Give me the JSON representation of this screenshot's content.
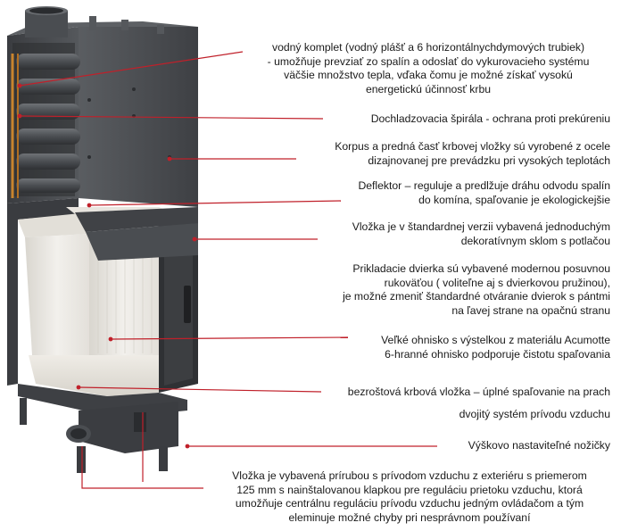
{
  "colors": {
    "leader_line": "#c0202a",
    "body_steel": "#4a4c50",
    "body_steel_dark": "#2f3134",
    "body_steel_light": "#6b6e72",
    "firebox_lining": "#e9e6e0",
    "glass_frame": "#3a3c40",
    "copper_coil": "#c8842e"
  },
  "callouts": [
    {
      "id": "water-set",
      "lines": [
        "vodný komplet (vodný plášť a 6 horizontálnychdymových trubiek)",
        "- umožňuje prevziať zo spalín a odoslať do vykurovacieho systému",
        "väčšie množstvo tepla, vďaka čomu je možné získať vysokú",
        "energetickú účinnosť krbu"
      ]
    },
    {
      "id": "cooling-coil",
      "lines": [
        "Dochladzovacia špirála - ochrana proti prekúreniu"
      ]
    },
    {
      "id": "body-steel",
      "lines": [
        "Korpus a  predná časť krbovej vložky sú vyrobené z  ocele",
        "dizajnovanej pre prevádzku pri vysokých teplotách"
      ]
    },
    {
      "id": "deflector",
      "lines": [
        "Deflektor – reguluje a predlžuje dráhu odvodu spalín",
        "do komína, spaľovanie je ekologickejšie"
      ]
    },
    {
      "id": "glass",
      "lines": [
        "Vložka je v  štandardnej verzii vybavená jednoduchým",
        "dekoratívnym sklom s potlačou"
      ]
    },
    {
      "id": "door",
      "lines": [
        "Prikladacie dvierka sú vybavené modernou posuvnou",
        "rukoväťou ( voliteľne aj s  dvierkovou pružinou),",
        "je možné zmeniť štandardné otváranie dvierok s pántmi",
        "na ľavej strane na opačnú stranu"
      ]
    },
    {
      "id": "firebox",
      "lines": [
        "Veľké ohnisko s  výstelkou z  materiálu Acumotte",
        "6-hranné ohnisko podporuje čistotu spaľovania"
      ]
    },
    {
      "id": "grateless",
      "lines": [
        "bezroštová krbová vložka – úplné spaľovanie na prach"
      ]
    },
    {
      "id": "dual-air",
      "lines": [
        "dvojitý systém prívodu vzduchu"
      ]
    },
    {
      "id": "feet",
      "lines": [
        "Výškovo nastaviteľné nožičky"
      ]
    },
    {
      "id": "air-flange",
      "lines": [
        "Vložka je vybavená prírubou s prívodom vzduchu z exteriéru s priemerom",
        "125 mm s  nainštalovanou klapkou pre reguláciu prietoku vzduchu, ktorá",
        "umožňuje centrálnu reguláciu prívodu vzduchu jedným ovládačom a  tým",
        "eleminuje možné chyby pri nesprávnom používaní"
      ]
    }
  ]
}
